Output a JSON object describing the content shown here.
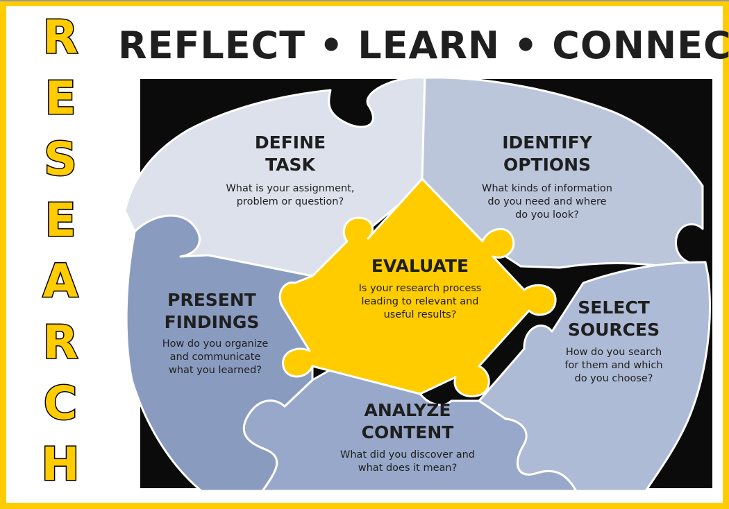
{
  "side_word": {
    "letters": [
      "R",
      "E",
      "S",
      "E",
      "A",
      "R",
      "C",
      "H"
    ],
    "fill_color": "#ffcc00",
    "outline_color": "#000000"
  },
  "title": "REFLECT • LEARN • CONNECT",
  "colors": {
    "frame": "#ffcc00",
    "background_panel": "#0b0b0b",
    "pale_piece": "#dde1ec",
    "light_piece": "#bcc6db",
    "mid_piece": "#8f9fc3",
    "center_piece": "#ffcc00",
    "outline": "#ffffff",
    "text": "#1f1f1f"
  },
  "steps": [
    {
      "id": "define",
      "title_lines": [
        "DEFINE",
        "TASK"
      ],
      "desc_lines": [
        "What is your assignment,",
        "problem or question?"
      ]
    },
    {
      "id": "identify",
      "title_lines": [
        "IDENTIFY",
        "OPTIONS"
      ],
      "desc_lines": [
        "What kinds of information",
        "do you need and where",
        "do you look?"
      ]
    },
    {
      "id": "select",
      "title_lines": [
        "SELECT",
        "SOURCES"
      ],
      "desc_lines": [
        "How do you search",
        "for them and which",
        "do you choose?"
      ]
    },
    {
      "id": "analyze",
      "title_lines": [
        "ANALYZE",
        "CONTENT"
      ],
      "desc_lines": [
        "What did you discover and",
        "what does it mean?"
      ]
    },
    {
      "id": "present",
      "title_lines": [
        "PRESENT",
        "FINDINGS"
      ],
      "desc_lines": [
        "How do you organize",
        "and communicate",
        "what you learned?"
      ]
    }
  ],
  "center": {
    "title": "EVALUATE",
    "desc_lines": [
      "Is your research process",
      "leading to relevant and",
      "useful results?"
    ]
  }
}
